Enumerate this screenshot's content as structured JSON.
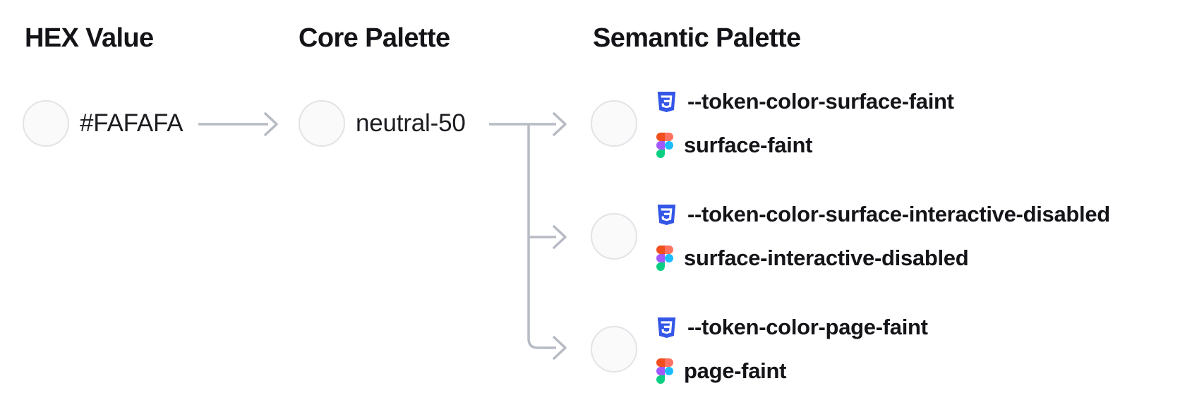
{
  "diagram": {
    "background": "#FFFFFF",
    "connector_color": "#B7BBC4",
    "swatch_border_color": "#E3E3E8"
  },
  "hex_column": {
    "title": "HEX Value",
    "value": "#FAFAFA",
    "swatch_fill": "#FAFAFA"
  },
  "core_column": {
    "title": "Core Palette",
    "value": "neutral-50",
    "swatch_fill": "#FAFAFA"
  },
  "semantic_column": {
    "title": "Semantic Palette",
    "tokens": [
      {
        "css_variable": "--token-color-surface-faint",
        "figma_name": "surface-faint",
        "swatch_fill": "#FAFAFA"
      },
      {
        "css_variable": "--token-color-surface-interactive-disabled",
        "figma_name": "surface-interactive-disabled",
        "swatch_fill": "#FAFAFA"
      },
      {
        "css_variable": "--token-color-page-faint",
        "figma_name": "page-faint",
        "swatch_fill": "#FAFAFA"
      }
    ]
  },
  "icons": {
    "css_icon_color": "#3457E8",
    "figma_orange": "#F24E1E",
    "figma_red": "#FF7262",
    "figma_purple": "#A259FF",
    "figma_blue": "#1ABCFE",
    "figma_green": "#0ACF83"
  }
}
